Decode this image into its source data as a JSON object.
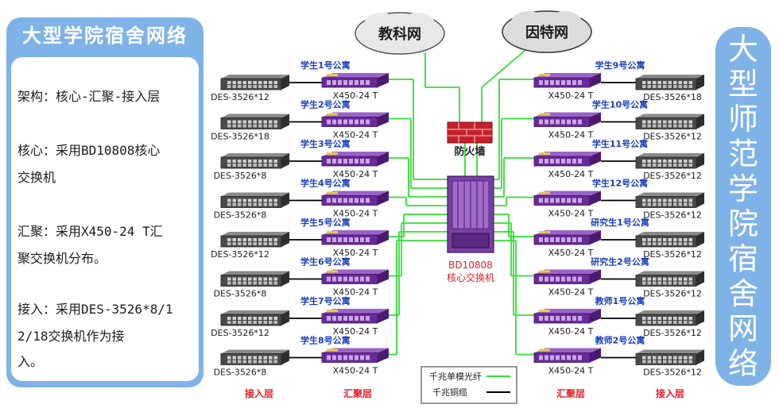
{
  "left_panel": {
    "title": "大型学院宿舍网络",
    "lines": [
      "架构：核心-汇聚-接入层",
      "核心：采用BD10808核心",
      "      交换机",
      "汇聚：采用X450-24 T汇",
      "      聚交换机分布。",
      "接入：采用DES-3526*8/1",
      "      2/18交换机作为接",
      "      入。"
    ]
  },
  "right_panel": {
    "title_chars": [
      "大",
      "型",
      "师",
      "范",
      "学",
      "院",
      "宿",
      "舍",
      "网",
      "络"
    ]
  },
  "clouds": {
    "left": "教科网",
    "right": "因特网"
  },
  "firewall_label": "防火墙",
  "core": {
    "model": "BD10808",
    "label": "核心交换机"
  },
  "left_groups": [
    {
      "building": "学生1号公寓",
      "agg": "X450-24 T",
      "access": "DES-3526*12"
    },
    {
      "building": "学生2号公寓",
      "agg": "X450-24 T",
      "access": "DES-3526*18"
    },
    {
      "building": "学生3号公寓",
      "agg": "X450-24 T",
      "access": "DES-3526*8"
    },
    {
      "building": "学生4号公寓",
      "agg": "X450-24 T",
      "access": "DES-3526*8"
    },
    {
      "building": "学生5号公寓",
      "agg": "X450-24 T",
      "access": "DES-3526*12"
    },
    {
      "building": "学生6号公寓",
      "agg": "X450-24 T",
      "access": "DES-3526*8"
    },
    {
      "building": "学生7号公寓",
      "agg": "X450-24 T",
      "access": "DES-3526*12"
    },
    {
      "building": "学生8号公寓",
      "agg": "X450-24 T",
      "access": "DES-3526*8"
    }
  ],
  "right_groups": [
    {
      "building": "学生9号公寓",
      "agg": "X450-24 T",
      "access": "DES-3526*18"
    },
    {
      "building": "学生10号公寓",
      "agg": "X450-24 T",
      "access": "DES-3526*12"
    },
    {
      "building": "学生11号公寓",
      "agg": "X450-24 T",
      "access": "DES-3526*12"
    },
    {
      "building": "学生12号公寓",
      "agg": "X450-24 T",
      "access": "DES-3526*12"
    },
    {
      "building": "研究生1号公寓",
      "agg": "X450-24 T",
      "access": "DES-3526*12"
    },
    {
      "building": "研究生2号公寓",
      "agg": "X450-24 T",
      "access": "DES-3526*12"
    },
    {
      "building": "教师1号公寓",
      "agg": "X450-24 T",
      "access": "DES-3526*12"
    },
    {
      "building": "教师2号公寓",
      "agg": "X450-24 T",
      "access": "DES-3526*12"
    }
  ],
  "legend": {
    "fiber": "千兆单模光纤",
    "copper": "千兆铜缆",
    "fiber_color": "#33dd33",
    "copper_color": "#000000"
  },
  "layer_labels": {
    "access_left": "接入层",
    "agg_left": "汇聚层",
    "agg_right": "汇聚层",
    "access_right": "接入层"
  },
  "colors": {
    "panel_blue": "#7fb2e6",
    "agg_purple": "#6a2a9a",
    "building_blue": "#1b3fbd",
    "layer_red": "#e0202a"
  }
}
